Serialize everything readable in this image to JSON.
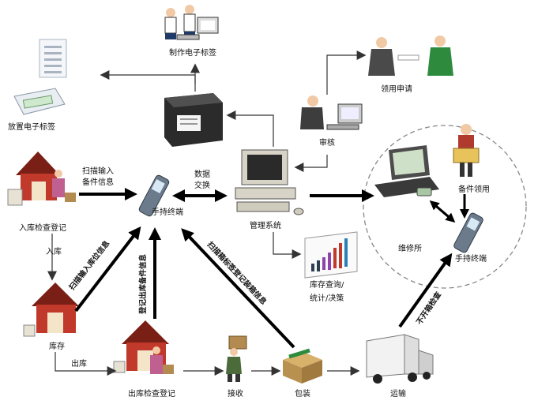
{
  "colors": {
    "barn_red": "#c0392b",
    "barn_roof": "#7a1f16",
    "arrow": "#000000",
    "thin_arrow": "#333333",
    "dashed_circle": "#888888",
    "chart_bar": "#8e44ad"
  },
  "labels": {
    "make_tag": "制作电子标签",
    "place_tag": "放置电子标签",
    "apply": "领用申请",
    "review": "审核",
    "scan_input_1": "扫描输入",
    "scan_input_2": "备件信息",
    "data_1": "数据",
    "data_2": "交换",
    "handheld_center": "手持终端",
    "mgmt_system": "管理系统",
    "spare_use": "备件领用",
    "repair_shop": "维修所",
    "handheld_right": "手持终端",
    "inbound_check": "入库检查登记",
    "inbound": "入库",
    "stock": "库存",
    "outbound": "出库",
    "outbound_check": "出库检查登记",
    "receive": "接收",
    "pack": "包装",
    "transport": "运输",
    "query_1": "库存查询/",
    "query_2": "统计/决策",
    "scan_inbound": "扫描输入库位信息",
    "register_outbound": "登记出库备件信息",
    "scan_box": "扫描箱标签登记装箱信息",
    "no_open": "不开箱检查"
  },
  "icons": [
    "barn-icon",
    "printer-icon",
    "computer-icon",
    "handheld-terminal-icon",
    "laptop-icon",
    "person-icon",
    "box-icon",
    "truck-icon",
    "bar-chart-icon",
    "tag-icon"
  ]
}
